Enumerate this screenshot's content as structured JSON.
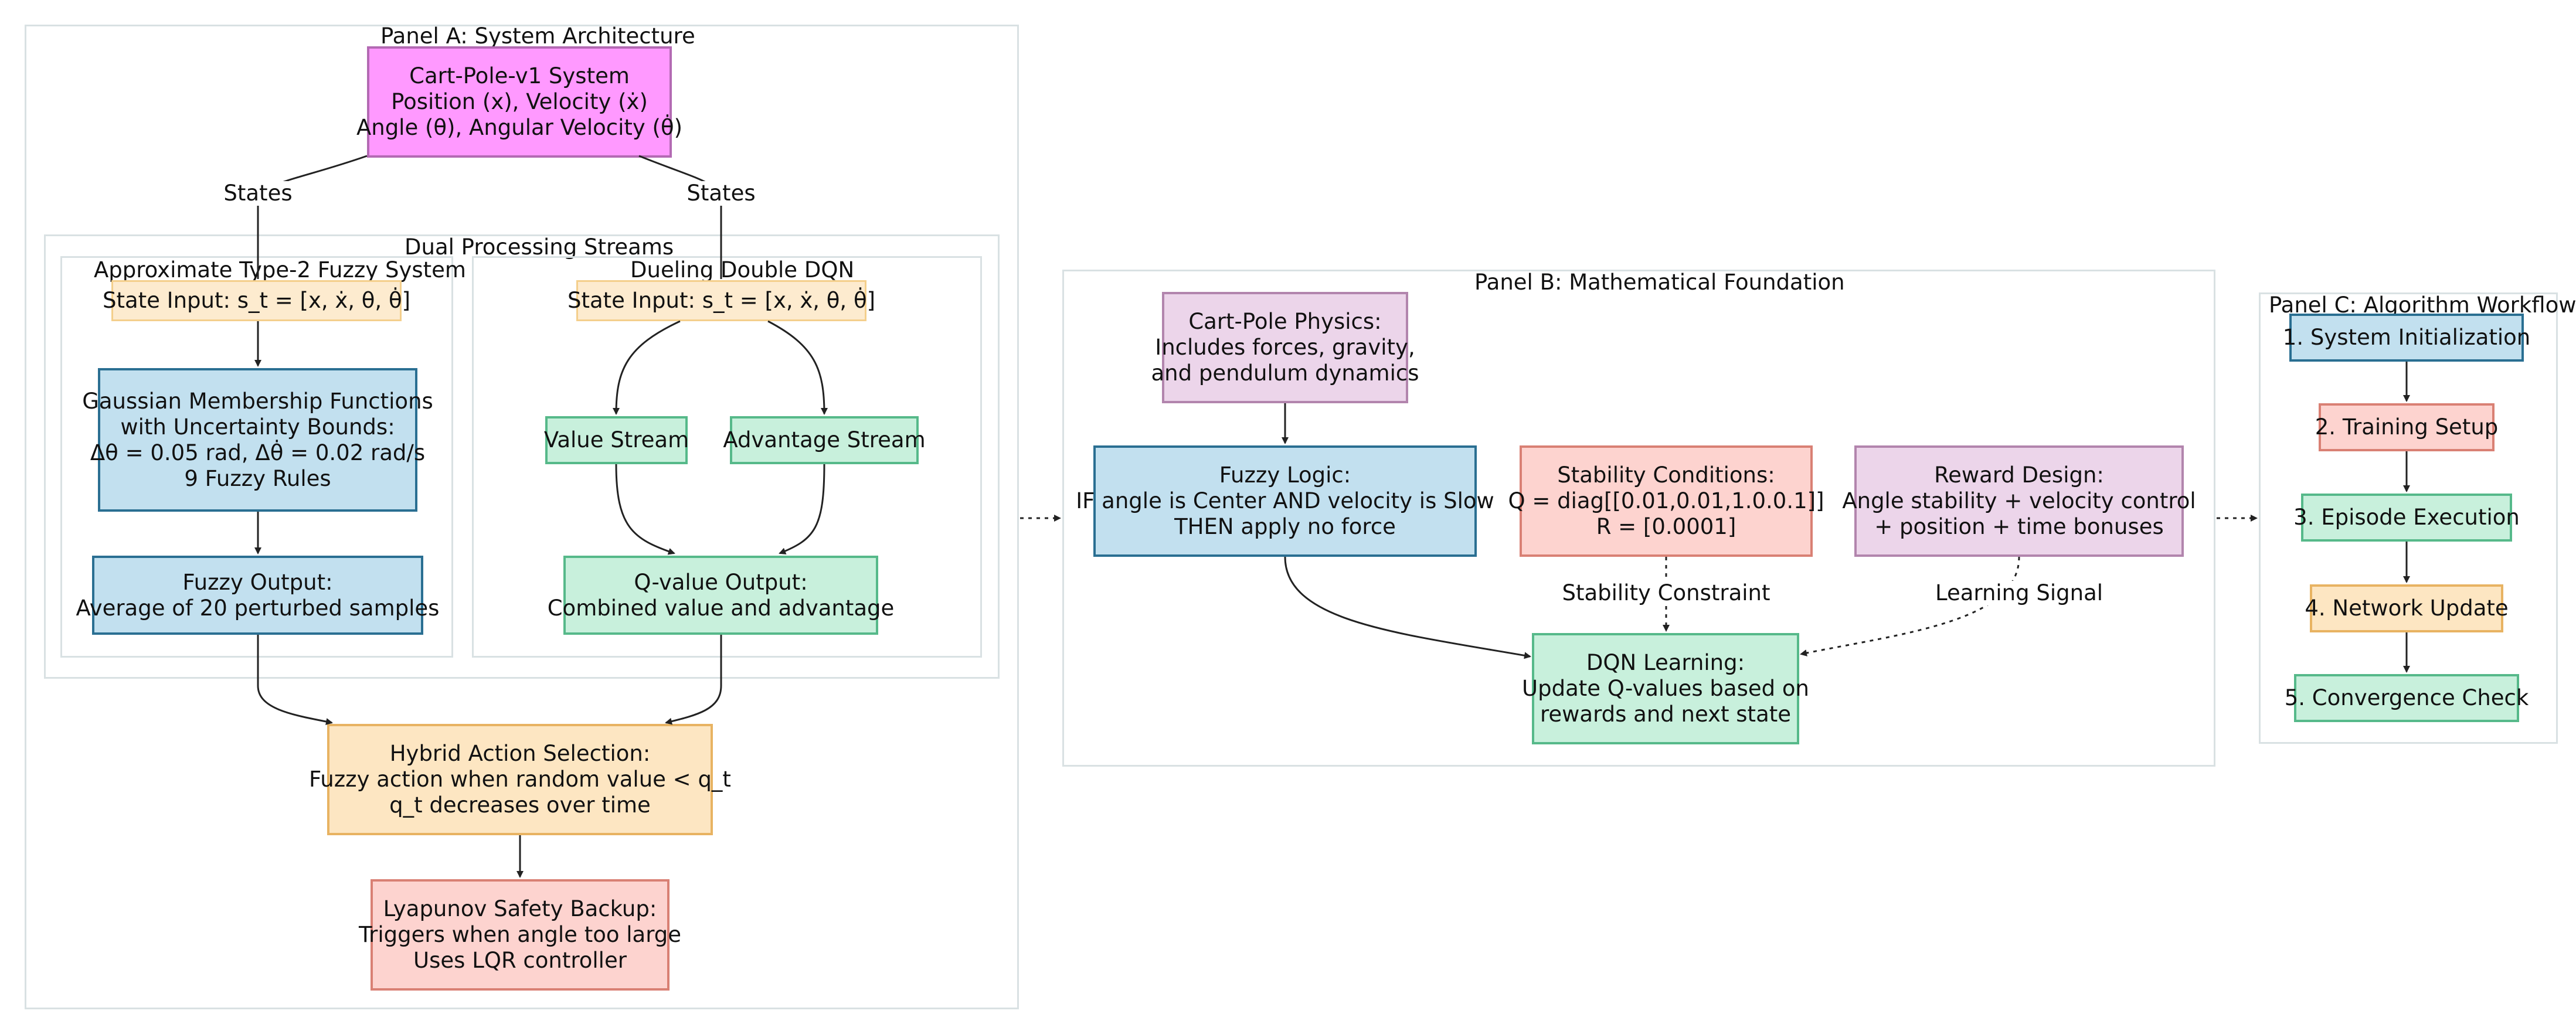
{
  "panels": {
    "a": "Panel A: System Architecture",
    "b": "Panel B: Mathematical Foundation",
    "c": "Panel C: Algorithm Workflow",
    "dual": "Dual Processing Streams",
    "fuzzy_sys": "Approximate Type-2 Fuzzy System",
    "dueling": "Dueling Double DQN"
  },
  "nodes": {
    "cartpole": [
      "Cart-Pole-v1 System",
      "Position (x), Velocity (ẋ)",
      "Angle (θ), Angular Velocity (θ̇)"
    ],
    "state_input_fuzzy": [
      "State Input: s_t = [x, ẋ, θ, θ̇]"
    ],
    "state_input_dqn": [
      "State Input: s_t = [x, ẋ, θ, θ̇]"
    ],
    "gaussian": [
      "Gaussian Membership Functions",
      "with Uncertainty Bounds:",
      "Δθ = 0.05 rad, Δθ̇ = 0.02 rad/s",
      "9 Fuzzy Rules"
    ],
    "value_stream": [
      "Value Stream"
    ],
    "advantage_stream": [
      "Advantage Stream"
    ],
    "fuzzy_output": [
      "Fuzzy Output:",
      "Average of 20 perturbed samples"
    ],
    "q_output": [
      "Q-value Output:",
      "Combined value and advantage"
    ],
    "hybrid": [
      "Hybrid Action Selection:",
      "Fuzzy action when random value < q_t",
      "q_t decreases over time"
    ],
    "lyapunov": [
      "Lyapunov Safety Backup:",
      "Triggers when angle too large",
      "Uses LQR controller"
    ],
    "physics": [
      "Cart-Pole Physics:",
      "Includes forces, gravity,",
      "and pendulum dynamics"
    ],
    "fuzzy_logic": [
      "Fuzzy Logic:",
      "IF angle is Center AND velocity is Slow",
      "THEN apply no force"
    ],
    "stability": [
      "Stability Conditions:",
      "Q = diag[[0.01,0.01,1.0.0.1]]",
      "R = [0.0001]"
    ],
    "reward": [
      "Reward Design:",
      "Angle stability + velocity control",
      "+ position + time bonuses"
    ],
    "dqn_learning": [
      "DQN Learning:",
      "Update Q-values based on",
      "rewards and next state"
    ],
    "step1": [
      "1. System Initialization"
    ],
    "step2": [
      "2. Training Setup"
    ],
    "step3": [
      "3. Episode Execution"
    ],
    "step4": [
      "4. Network Update"
    ],
    "step5": [
      "5. Convergence Check"
    ]
  },
  "edge_labels": {
    "states_left": "States",
    "states_right": "States",
    "stability_constraint": "Stability Constraint",
    "learning_signal": "Learning Signal"
  },
  "colors": {
    "pink": "#ff99ff",
    "yellow": "#fdebcf",
    "blue": "#c2e0ef",
    "green": "#c8f0dc",
    "orange": "#fde6c2",
    "red": "#fdd3cf",
    "violet": "#ecd5ea",
    "edge": "#222222",
    "panel_border": "#d9e1e3"
  }
}
